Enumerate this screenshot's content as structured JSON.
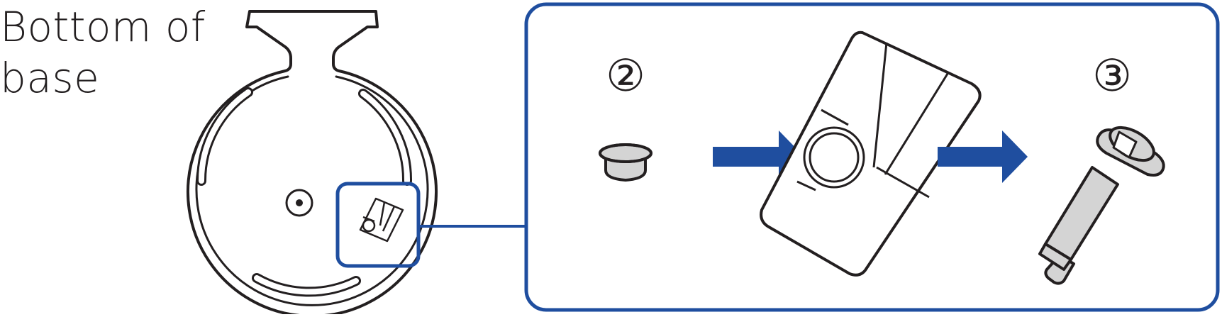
{
  "caption": {
    "line1": "Bottom of",
    "line2": "base"
  },
  "steps": {
    "step2": "②",
    "step3": "③"
  },
  "colors": {
    "accent_blue": "#1f4e9f",
    "line": "#231f20",
    "part_fill": "#d4d4d4"
  }
}
